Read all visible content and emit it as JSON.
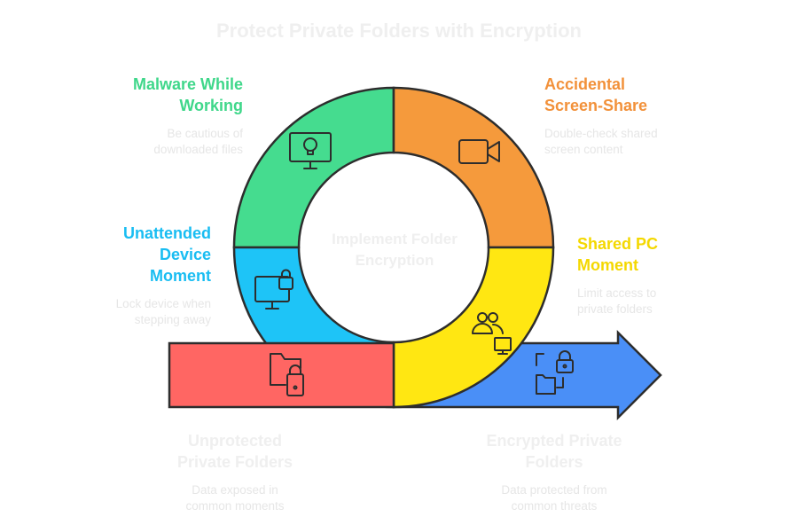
{
  "title": "Protect Private Folders with Encryption",
  "center": "Implement Folder Encryption",
  "colors": {
    "green": "#45dc8f",
    "orange": "#f59a3c",
    "blue": "#1ec4f7",
    "yellow": "#ffe712",
    "red": "#ff6663",
    "arrow": "#4a8ff7",
    "outline": "#2d2d2d",
    "faint_text": "#e6e6e6"
  },
  "segments": [
    {
      "title": "Malware While Working",
      "desc": "Be cautious of downloaded files",
      "icon": "monitor-skull-icon",
      "color": "#3fd78a"
    },
    {
      "title": "Accidental Screen-Share",
      "desc": "Double-check shared screen content",
      "icon": "video-camera-icon",
      "color": "#f2913a"
    },
    {
      "title": "Unattended Device Moment",
      "desc": "Lock device when stepping away",
      "icon": "monitor-lock-icon",
      "color": "#19bdf2"
    },
    {
      "title": "Shared PC Moment",
      "desc": "Limit access to private folders",
      "icon": "users-monitor-icon",
      "color": "#f4d800"
    }
  ],
  "start": {
    "title": "Unprotected Private Folders",
    "desc": "Data exposed in common moments",
    "icon": "folder-lock-icon"
  },
  "end": {
    "title": "Encrypted Private Folders",
    "desc": "Data protected from common threats",
    "icon": "folders-lock-icon"
  }
}
